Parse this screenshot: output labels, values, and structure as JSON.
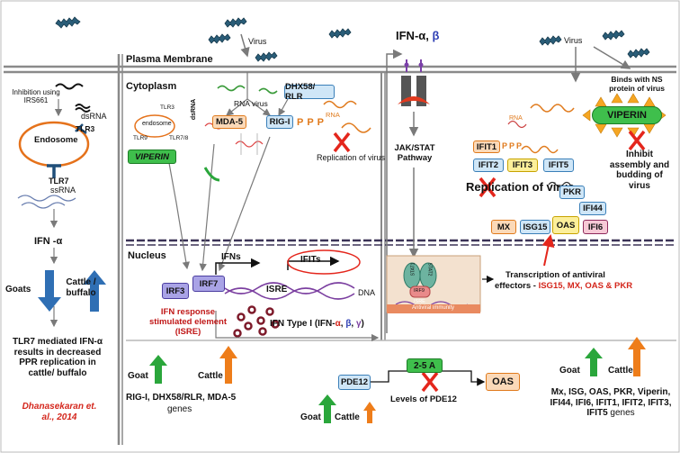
{
  "labels": {
    "plasma_membrane": "Plasma Membrane",
    "virus_top": "Virus",
    "virus_right": "Virus",
    "ifn_alpha": "IFN-α",
    "ifn_sep": ", ",
    "ifn_beta": "β",
    "inhibition": "Inhibition using IRS661",
    "dsrna_left": "dsRNA",
    "tlr3_left": "TLR3",
    "endosome": "Endosome",
    "tlr7_left": "TLR7",
    "ssrna_left": "ssRNA",
    "ifn_alpha_left": "IFN -α",
    "goats_left": "Goats",
    "cattle_buffalo": "Cattle / buffalo",
    "tlr7_result": "TLR7 mediated IFN-α results in decreased PPR replication in cattle/ buffalo",
    "citation": "Dhanasekaran et. al., 2014",
    "cytoplasm": "Cytoplasm",
    "rna_virus": "RNA virus",
    "dhx58_rlr": "DHX58/ RLR",
    "rna_mid": "RNA",
    "mda5": "MDA-5",
    "rigi": "RIG-I",
    "ppp": "PPP",
    "replication_small": "Replication of virus",
    "endosome_small": "endosome",
    "tlr3_small": "TLR3",
    "tlr9_small": "TLR9",
    "tlr78_small": "TLR7/8",
    "dsrna_small": "dsRNA",
    "viperin": "VIPERIN",
    "jak_stat": "JAK/STAT Pathway",
    "binds_ns": "Binds with NS protein of virus",
    "viperin_right": "VIPERIN",
    "inhibit_assembly": "Inhibit assembly and budding of virus",
    "rna_right": "RNA",
    "ifit1": "IFIT1",
    "ifit2": "IFIT2",
    "ifit3": "IFIT3",
    "ifit5": "IFIT5",
    "replication_big": "Replication of virus",
    "pkr": "PKR",
    "ifi44": "IFI44",
    "mx": "MX",
    "isg15": "ISG15",
    "oas_box": "OAS",
    "ifi6": "IFI6",
    "nucleus": "Nucleus",
    "ifns": "IFNs",
    "ifits": "IFITs",
    "irf3": "IRF3",
    "irf7": "IRF7",
    "isre": "ISRE",
    "dna": "DNA",
    "isre_full": "IFN response stimulated element (ISRE)",
    "ifn_type1_prefix": "IFN Type I (IFN-",
    "ifn_type1_alpha": "α",
    "ifn_type1_beta": "β",
    "ifn_type1_gamma": "γ",
    "ifn_type1_suffix": ")",
    "stat1": "STAT1",
    "stat2": "STAT2",
    "irf9": "IRF9",
    "isre_small": "ISRE",
    "antiviral_immunity": "Antiviral immunity",
    "transcription_1": "Transcription of antiviral",
    "transcription_2": "effectors - ",
    "transcription_genes": "ISG15, MX, OAS & PKR",
    "goat_mid": "Goat",
    "cattle_mid": "Cattle",
    "rig_genes": "RIG-I, DHX58/RLR, MDA-5",
    "genes_word": "genes",
    "pde12": "PDE12",
    "two5a": "2-5 A",
    "oas_bottom": "OAS",
    "levels_pde12": "Levels of PDE12",
    "goat_bottom": "Goat",
    "cattle_bottom": "Cattle",
    "goat_right": "Goat",
    "cattle_right": "Cattle",
    "isg_genes": "Mx, ISG, OAS, PKR, Viperin, IFI44, IFI6, IFIT1, IFIT2, IFIT3,",
    "isg_genes_tail": "IFIT5",
    "isg_genes_word": " genes"
  },
  "colors": {
    "membrane": "#8a8a8a",
    "nucleus_border": "#3b3357",
    "arrow_gray": "#7a7a7a",
    "red_x": "#e4261c",
    "green_up": "#2aa63b",
    "orange_up": "#ee7d1a",
    "blue_up": "#2f6fb4",
    "citation_red": "#d4261c",
    "virus": "#2a5d78"
  }
}
